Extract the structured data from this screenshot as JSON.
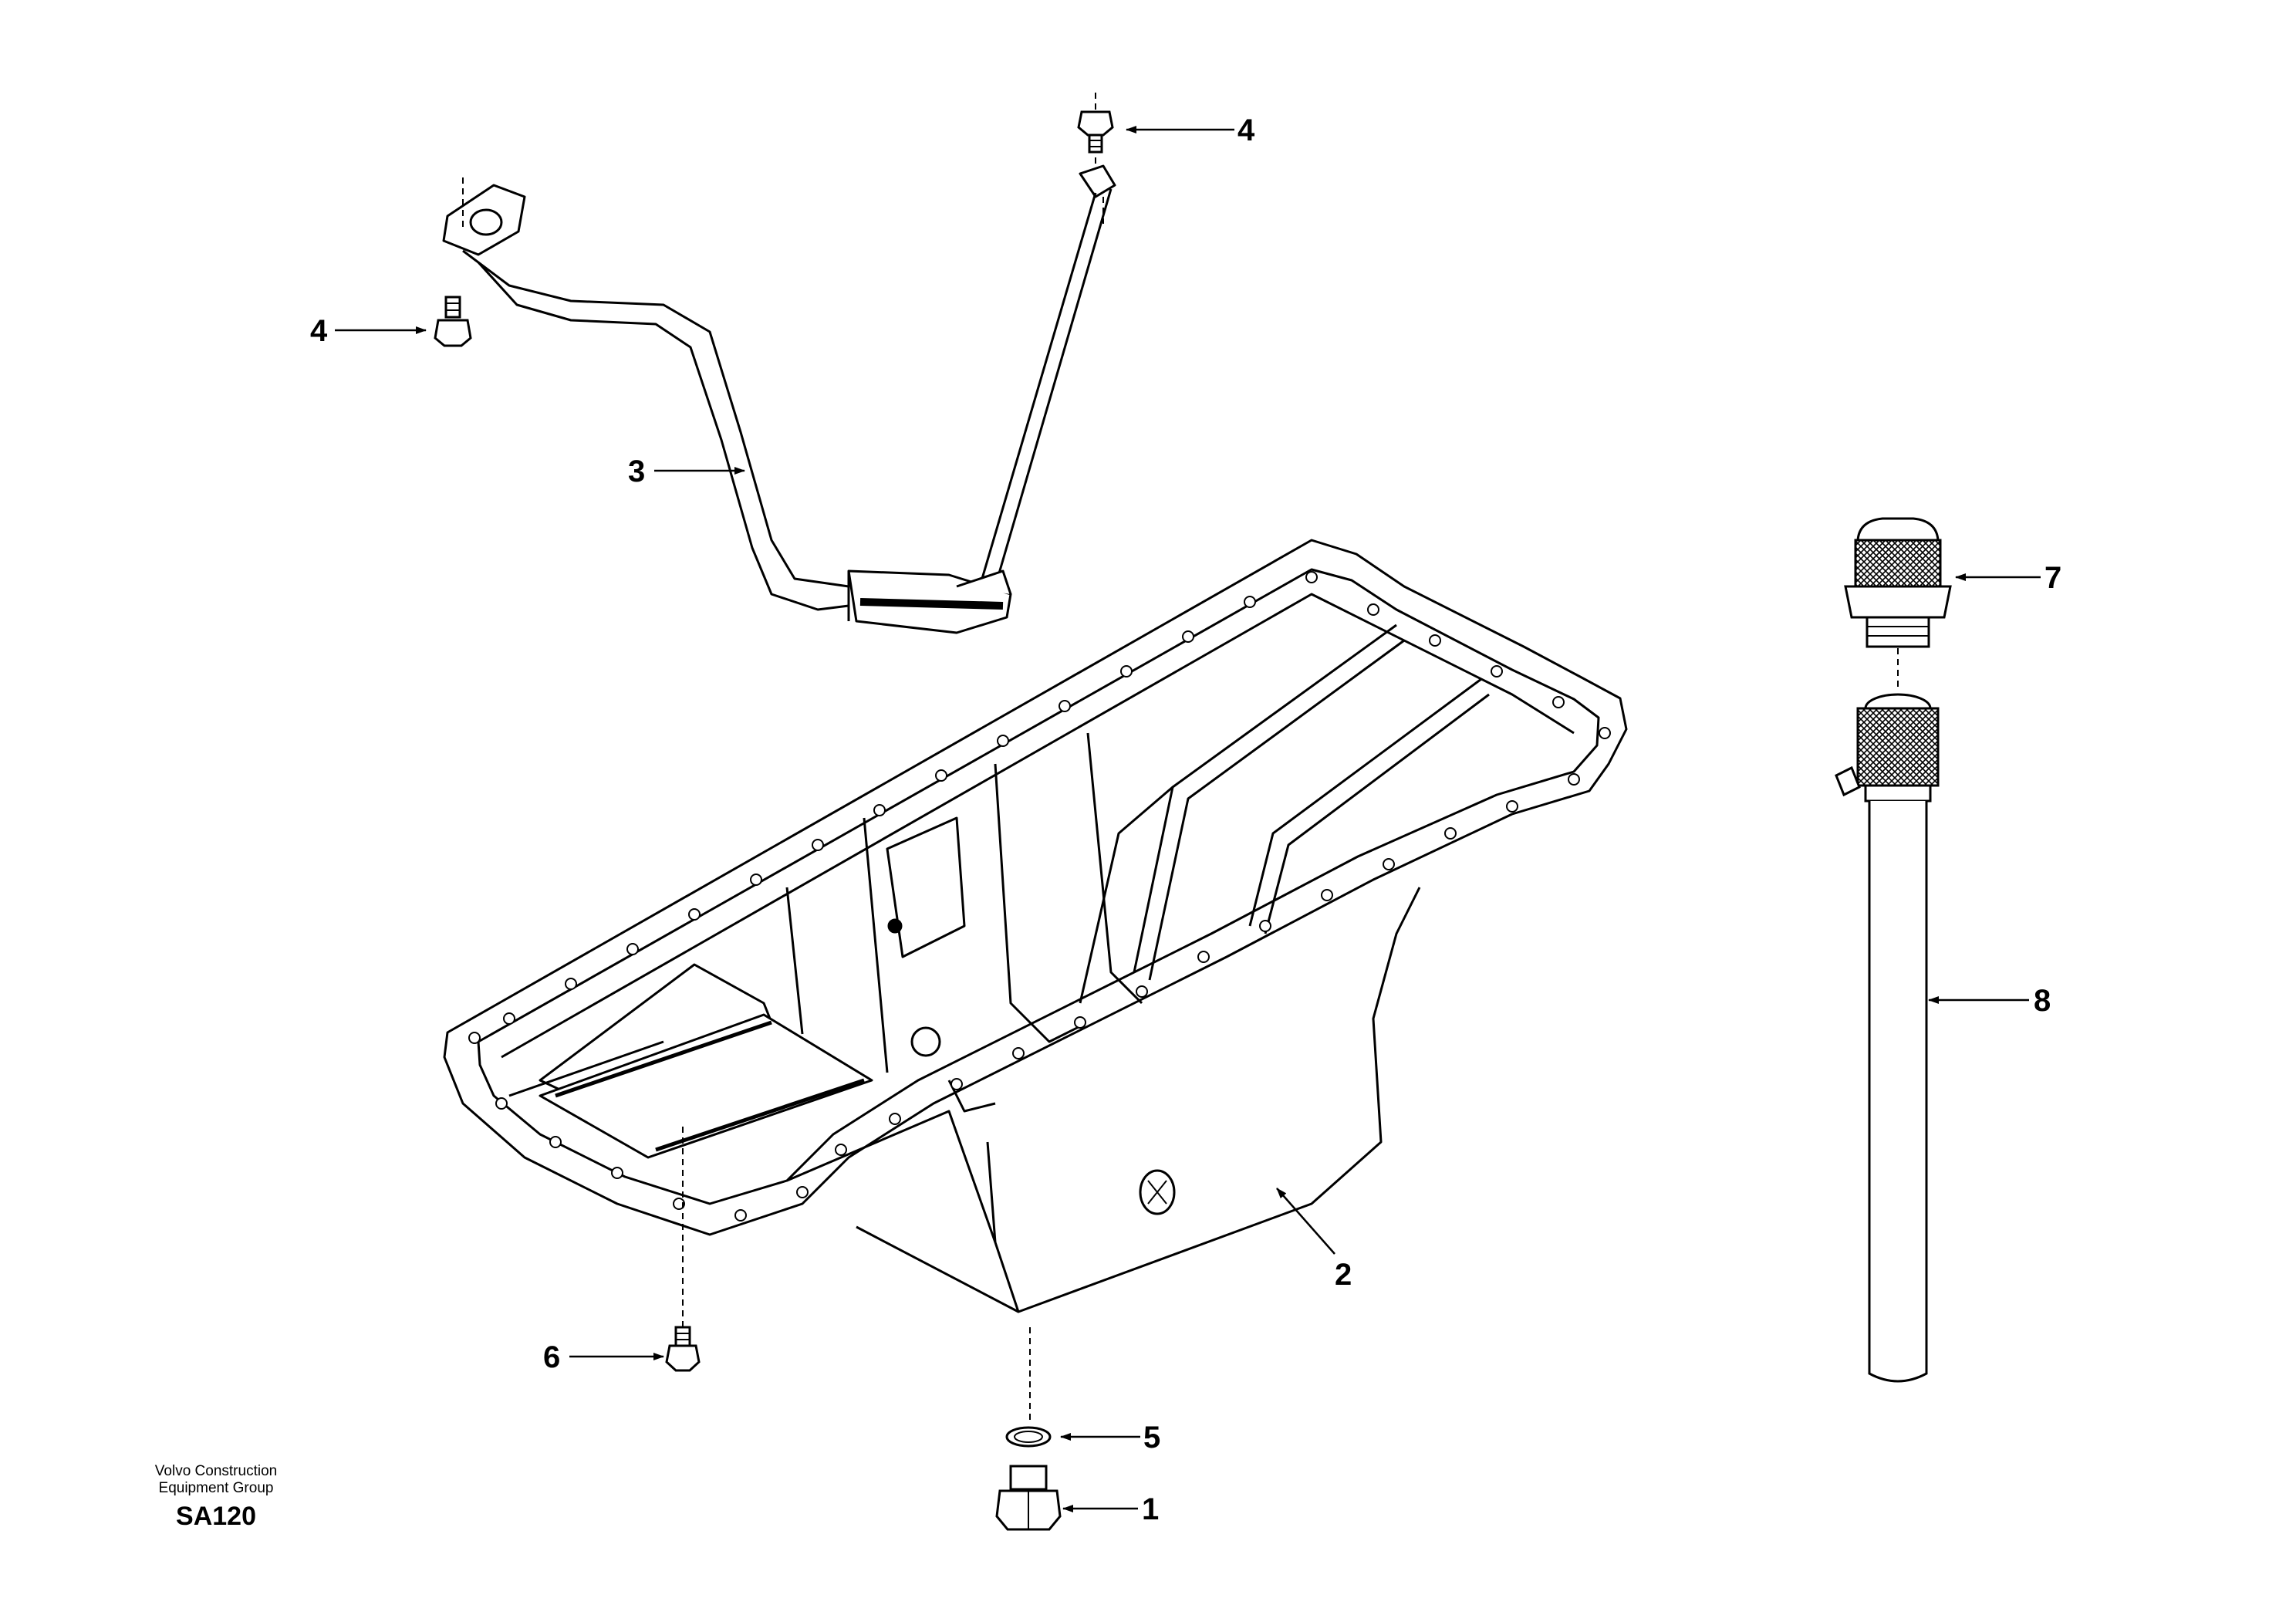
{
  "callouts": [
    {
      "id": "c1",
      "label": "1"
    },
    {
      "id": "c2",
      "label": "2"
    },
    {
      "id": "c3",
      "label": "3"
    },
    {
      "id": "c4a",
      "label": "4"
    },
    {
      "id": "c4b",
      "label": "4"
    },
    {
      "id": "c5",
      "label": "5"
    },
    {
      "id": "c6",
      "label": "6"
    },
    {
      "id": "c7",
      "label": "7"
    },
    {
      "id": "c8",
      "label": "8"
    }
  ],
  "footer": {
    "company_line1": "Volvo Construction",
    "company_line2": "Equipment Group",
    "code": "SA120"
  }
}
